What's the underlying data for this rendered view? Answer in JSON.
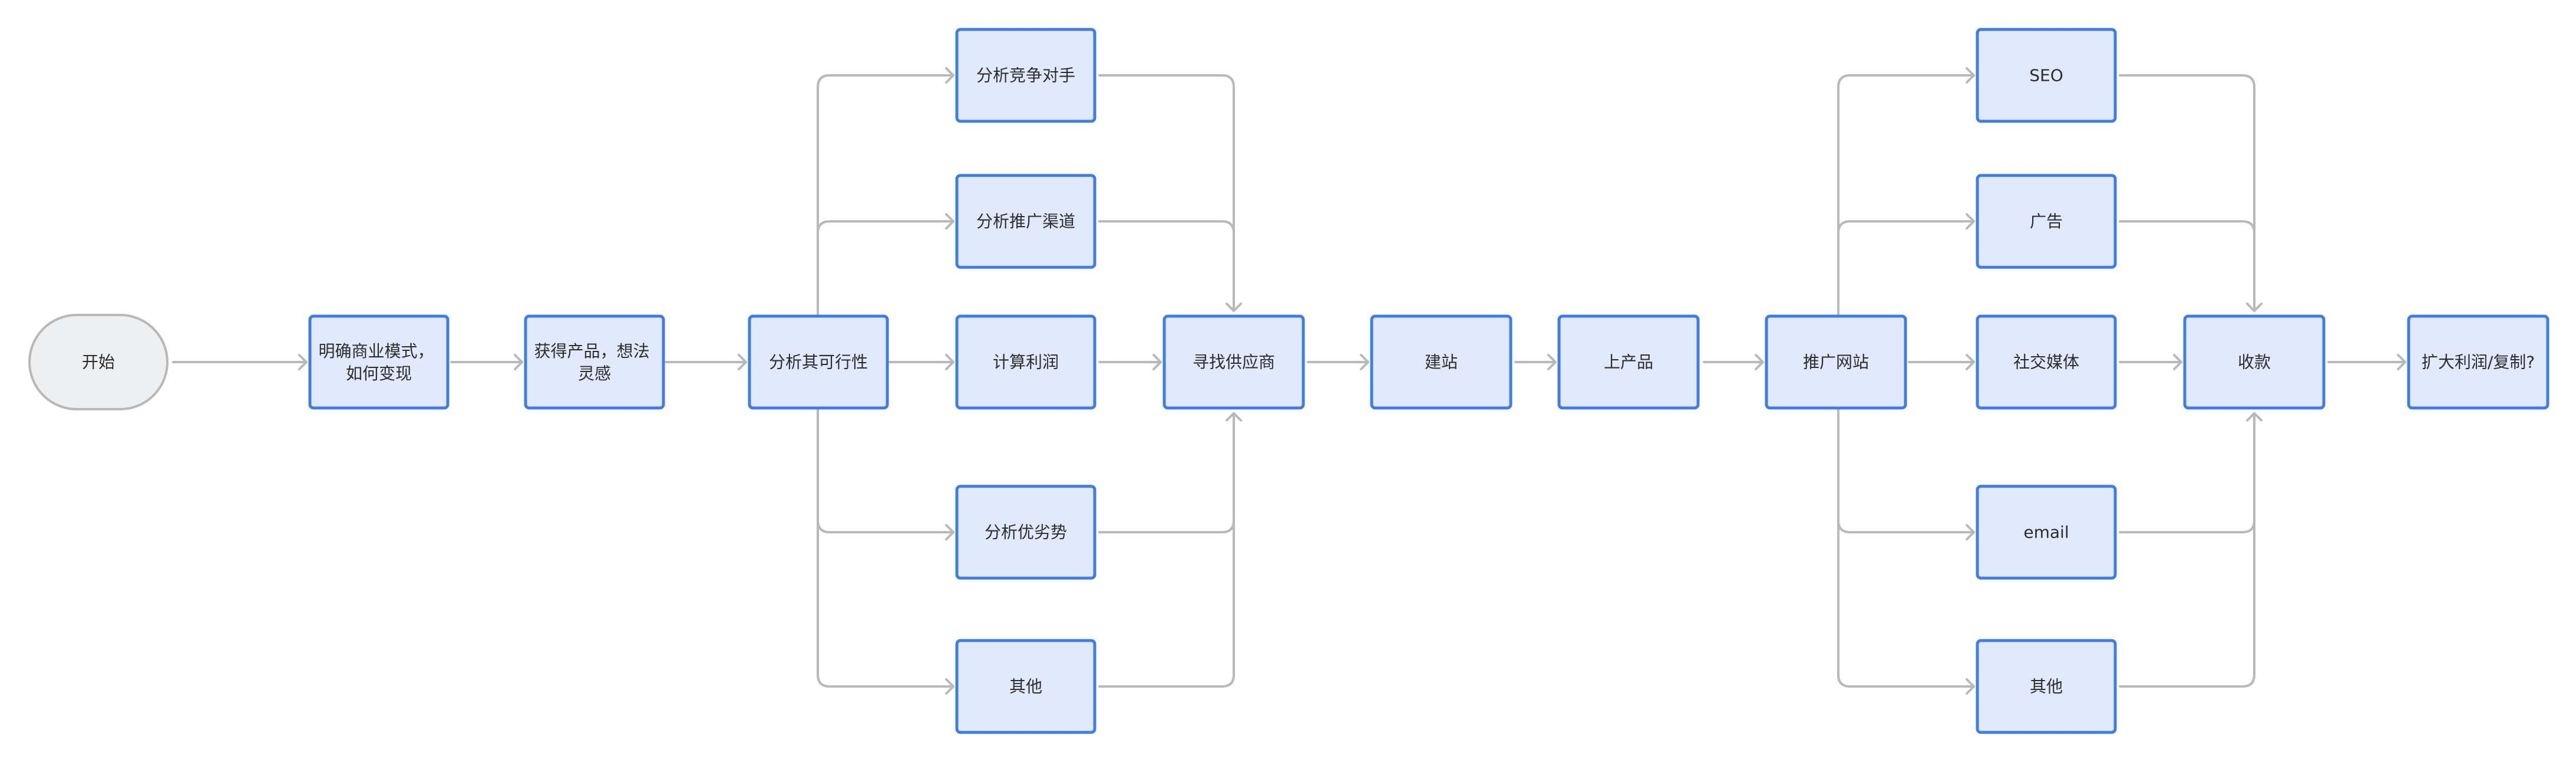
{
  "nodes": {
    "start": {
      "label": "开始"
    },
    "business_model": {
      "lines": [
        "明确商业模式，",
        "如何变现"
      ]
    },
    "get_product": {
      "lines": [
        "获得产品，想法",
        "灵感"
      ]
    },
    "feasibility": {
      "label": "分析其可行性"
    },
    "competitors": {
      "label": "分析竞争对手"
    },
    "channels": {
      "label": "分析推广渠道"
    },
    "profit": {
      "label": "计算利润"
    },
    "swot": {
      "label": "分析优劣势"
    },
    "other_1": {
      "label": "其他"
    },
    "supplier": {
      "label": "寻找供应商"
    },
    "build_site": {
      "label": "建站"
    },
    "list_products": {
      "label": "上产品"
    },
    "promote": {
      "label": "推广网站"
    },
    "seo": {
      "label": "SEO"
    },
    "ads": {
      "label": "广告"
    },
    "social": {
      "label": "社交媒体"
    },
    "email": {
      "label": "email"
    },
    "other_2": {
      "label": "其他"
    },
    "payment": {
      "label": "收款"
    },
    "scale": {
      "label": "扩大利润/复制?"
    }
  },
  "edges": [
    [
      "start",
      "business_model"
    ],
    [
      "business_model",
      "get_product"
    ],
    [
      "get_product",
      "feasibility"
    ],
    [
      "feasibility",
      "competitors"
    ],
    [
      "feasibility",
      "channels"
    ],
    [
      "feasibility",
      "profit"
    ],
    [
      "feasibility",
      "swot"
    ],
    [
      "feasibility",
      "other_1"
    ],
    [
      "competitors",
      "supplier"
    ],
    [
      "channels",
      "supplier"
    ],
    [
      "profit",
      "supplier"
    ],
    [
      "swot",
      "supplier"
    ],
    [
      "other_1",
      "supplier"
    ],
    [
      "supplier",
      "build_site"
    ],
    [
      "build_site",
      "list_products"
    ],
    [
      "list_products",
      "promote"
    ],
    [
      "promote",
      "seo"
    ],
    [
      "promote",
      "ads"
    ],
    [
      "promote",
      "social"
    ],
    [
      "promote",
      "email"
    ],
    [
      "promote",
      "other_2"
    ],
    [
      "seo",
      "payment"
    ],
    [
      "ads",
      "payment"
    ],
    [
      "social",
      "payment"
    ],
    [
      "email",
      "payment"
    ],
    [
      "other_2",
      "payment"
    ],
    [
      "payment",
      "scale"
    ]
  ],
  "colors": {
    "node_fill": "#e1eafd",
    "node_border": "#3f7ce6",
    "terminal_fill": "#eeeff1",
    "terminal_border": "#b8b8b8",
    "connector": "#b9b9b9",
    "text": "#2c2c2c"
  }
}
